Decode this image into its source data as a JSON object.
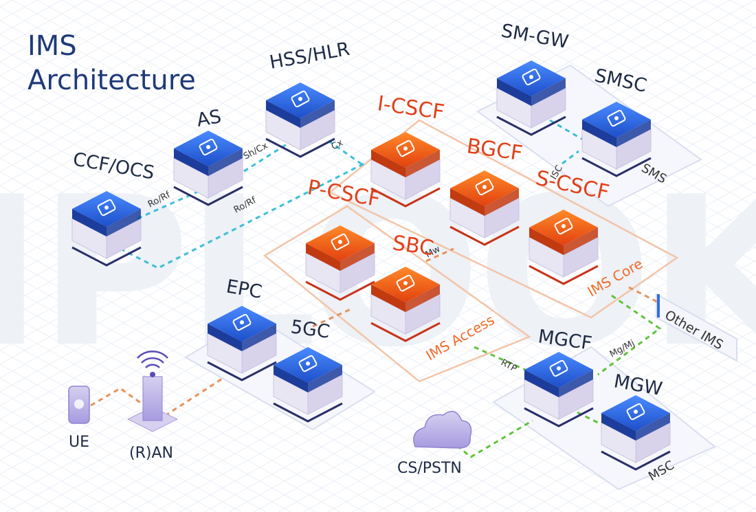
{
  "title": {
    "line1": "IMS",
    "line2": "Architecture"
  },
  "watermark": "IPLOOK",
  "colors": {
    "title": "#1f3a78",
    "node_blue": "#2f6ee6",
    "node_orange": "#ef5a1c",
    "label_orange": "#e0401a",
    "line_cyan": "#3bbfd6",
    "line_orange": "#e8915a",
    "line_green": "#5fc33a",
    "grid": "#e8edf5"
  },
  "nodes": {
    "hss": {
      "label": "HSS/HLR",
      "icon": "database-icon"
    },
    "as": {
      "label": "AS",
      "icon": "phone-icon"
    },
    "ccf": {
      "label": "CCF/OCS",
      "icon": "charging-icon"
    },
    "icscf": {
      "label": "I-CSCF",
      "icon": "hierarchy-icon"
    },
    "bgcf": {
      "label": "BGCF",
      "icon": "phone-icon"
    },
    "scscf": {
      "label": "S-CSCF",
      "icon": "server-icon"
    },
    "pcscf": {
      "label": "P-CSCF",
      "icon": "document-icon"
    },
    "sbc": {
      "label": "SBC",
      "icon": "phone-call-icon"
    },
    "smgw": {
      "label": "SM-GW",
      "icon": "share-icon"
    },
    "smsc": {
      "label": "SMSC",
      "icon": "mail-icon"
    },
    "epc": {
      "label": "EPC",
      "icon": "atom-icon"
    },
    "fivegc": {
      "label": "5GC",
      "icon": "globe-icon"
    },
    "mgcf": {
      "label": "MGCF",
      "icon": "list-icon"
    },
    "mgw": {
      "label": "MGW",
      "icon": "grid-icon"
    }
  },
  "zones": {
    "sms": "SMS",
    "ims_core": "IMS Core",
    "ims_access": "IMS Access",
    "msc": "MSC",
    "other_ims": "Other IMS"
  },
  "edges": {
    "sh_cx": "Sh/Cx",
    "cx": "Cx",
    "ro_rf_1": "Ro/Rf",
    "ro_rf_2": "Ro/Rf",
    "isc": "ISC",
    "mw": "Mw",
    "rtp": "RTP",
    "mg_mj": "Mg/Mj"
  },
  "devices": {
    "ue": "UE",
    "ran": "(R)AN",
    "cs_pstn": "CS/PSTN"
  }
}
